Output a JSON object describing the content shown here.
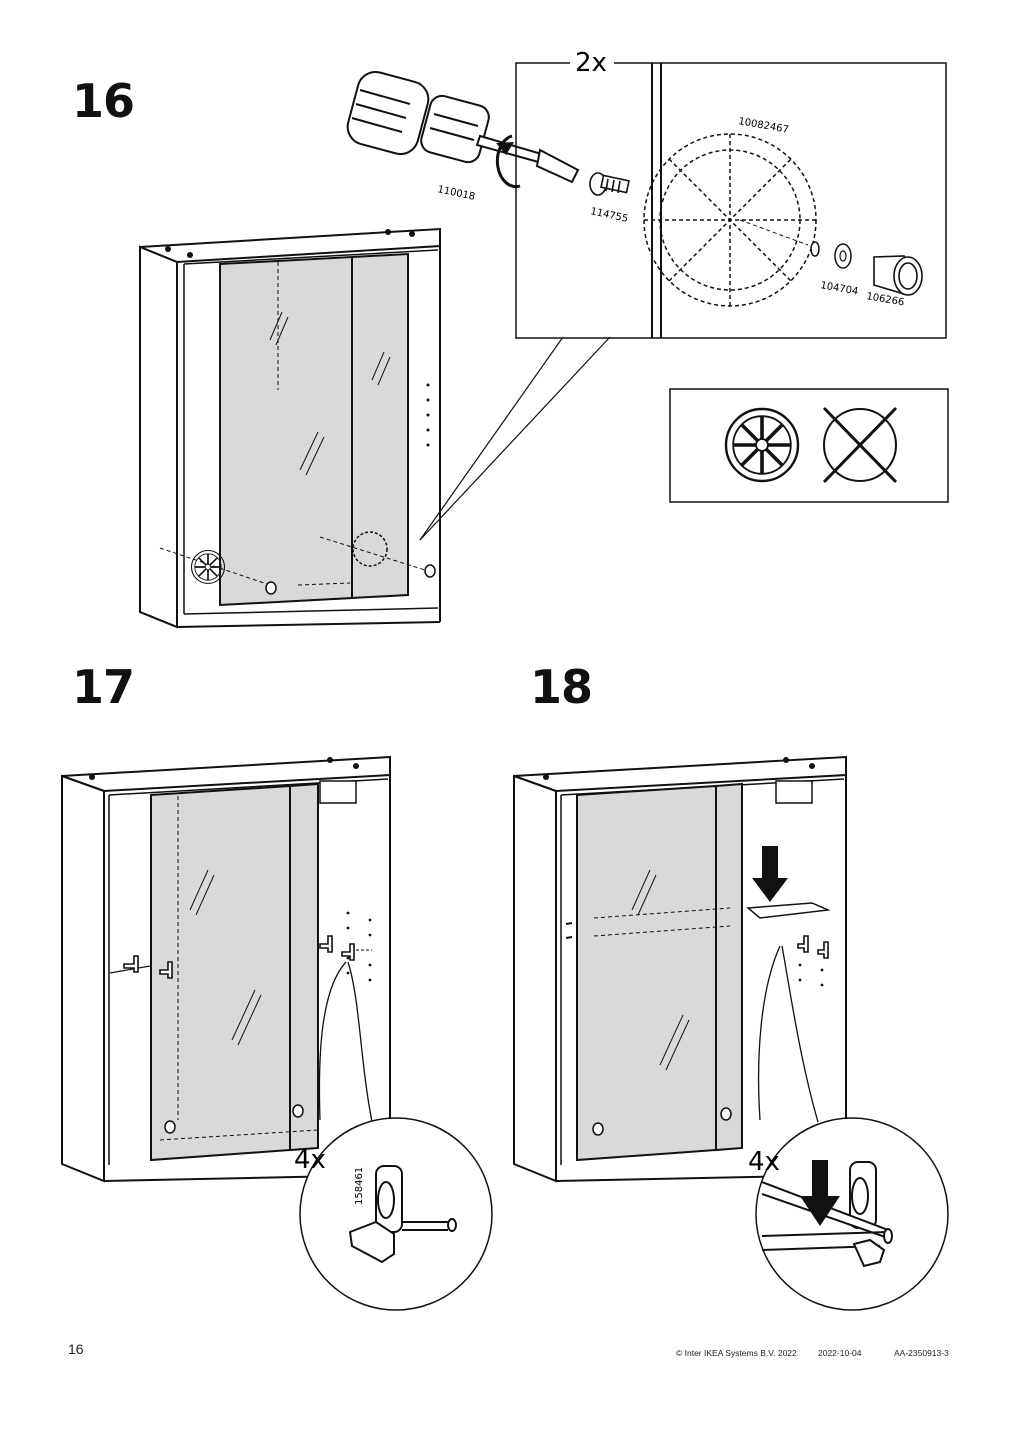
{
  "steps": {
    "s16": {
      "number": "16",
      "quantity": "2x"
    },
    "s17": {
      "number": "17",
      "quantity": "4x"
    },
    "s18": {
      "number": "18",
      "quantity": "4x"
    }
  },
  "parts": {
    "screwdriver": "110018",
    "screw": "114755",
    "catch": "10082467",
    "washer": "104704",
    "knob": "106266",
    "shelf_support": "158461"
  },
  "footer": {
    "page_number": "16",
    "copyright": "© Inter IKEA Systems B.V. 2022",
    "date": "2022-10-04",
    "doc_id": "AA-2350913-3"
  },
  "colors": {
    "glass_fill": "#d9d9d9",
    "line": "#111111"
  }
}
